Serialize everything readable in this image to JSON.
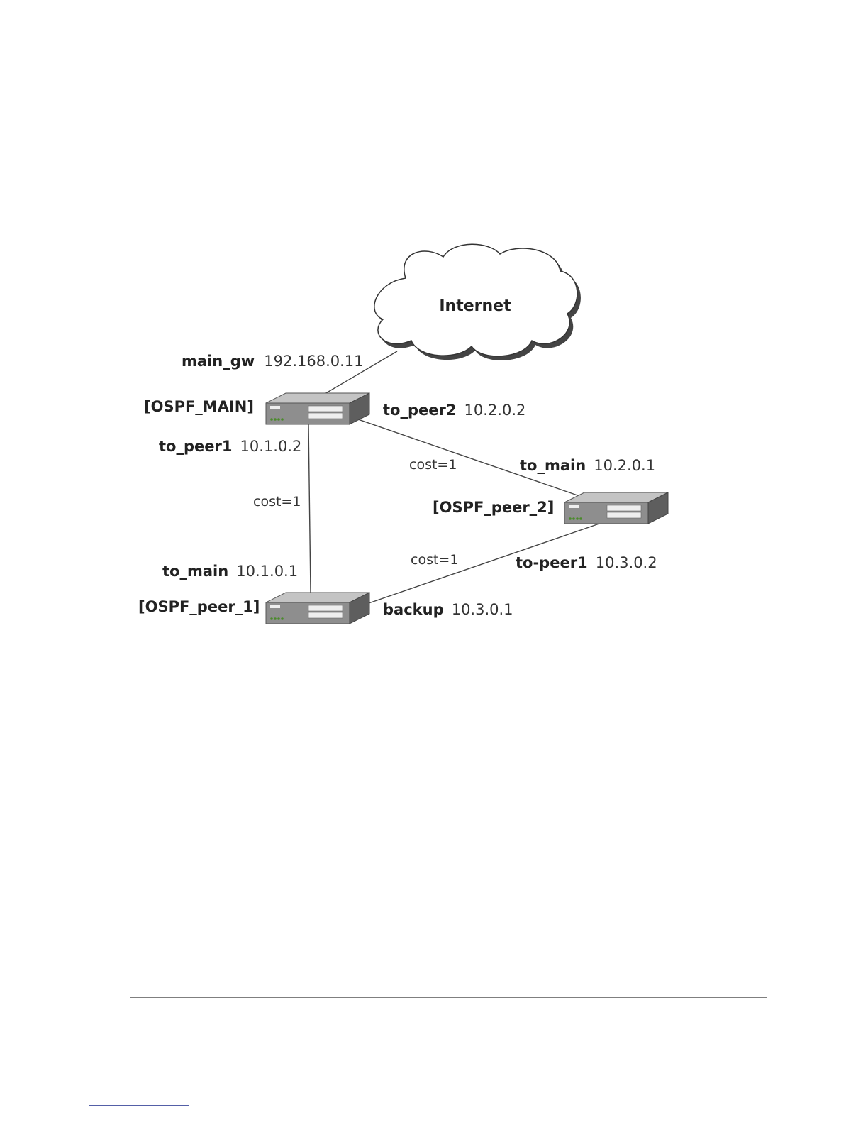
{
  "cloud": {
    "label": "Internet"
  },
  "routers": [
    {
      "id": "main",
      "name": "[OSPF_MAIN]"
    },
    {
      "id": "peer2",
      "name": "[OSPF_peer_2]"
    },
    {
      "id": "peer1",
      "name": "[OSPF_peer_1]"
    }
  ],
  "interfaces": [
    {
      "id": "main_gw",
      "name": "main_gw",
      "ip": "192.168.0.11"
    },
    {
      "id": "main_to_peer2",
      "name": "to_peer2",
      "ip": "10.2.0.2"
    },
    {
      "id": "main_to_peer1",
      "name": "to_peer1",
      "ip": "10.1.0.2"
    },
    {
      "id": "peer2_to_main",
      "name": "to_main",
      "ip": "10.2.0.1"
    },
    {
      "id": "peer2_to_peer1",
      "name": "to-peer1",
      "ip": "10.3.0.2"
    },
    {
      "id": "peer1_to_main",
      "name": "to_main",
      "ip": "10.1.0.1"
    },
    {
      "id": "peer1_backup",
      "name": "backup",
      "ip": "10.3.0.1"
    }
  ],
  "links": [
    {
      "id": "main-internet",
      "cost": ""
    },
    {
      "id": "main-peer1",
      "cost": "cost=1"
    },
    {
      "id": "main-peer2",
      "cost": "cost=1"
    },
    {
      "id": "peer1-peer2",
      "cost": "cost=1"
    }
  ],
  "colors": {
    "router_body": "#8a8a8a",
    "router_top": "#bdbdbd",
    "router_side": "#5e5e5e",
    "port_led": "#4a8a2a",
    "footnote_rule": "#1a2a8a"
  }
}
